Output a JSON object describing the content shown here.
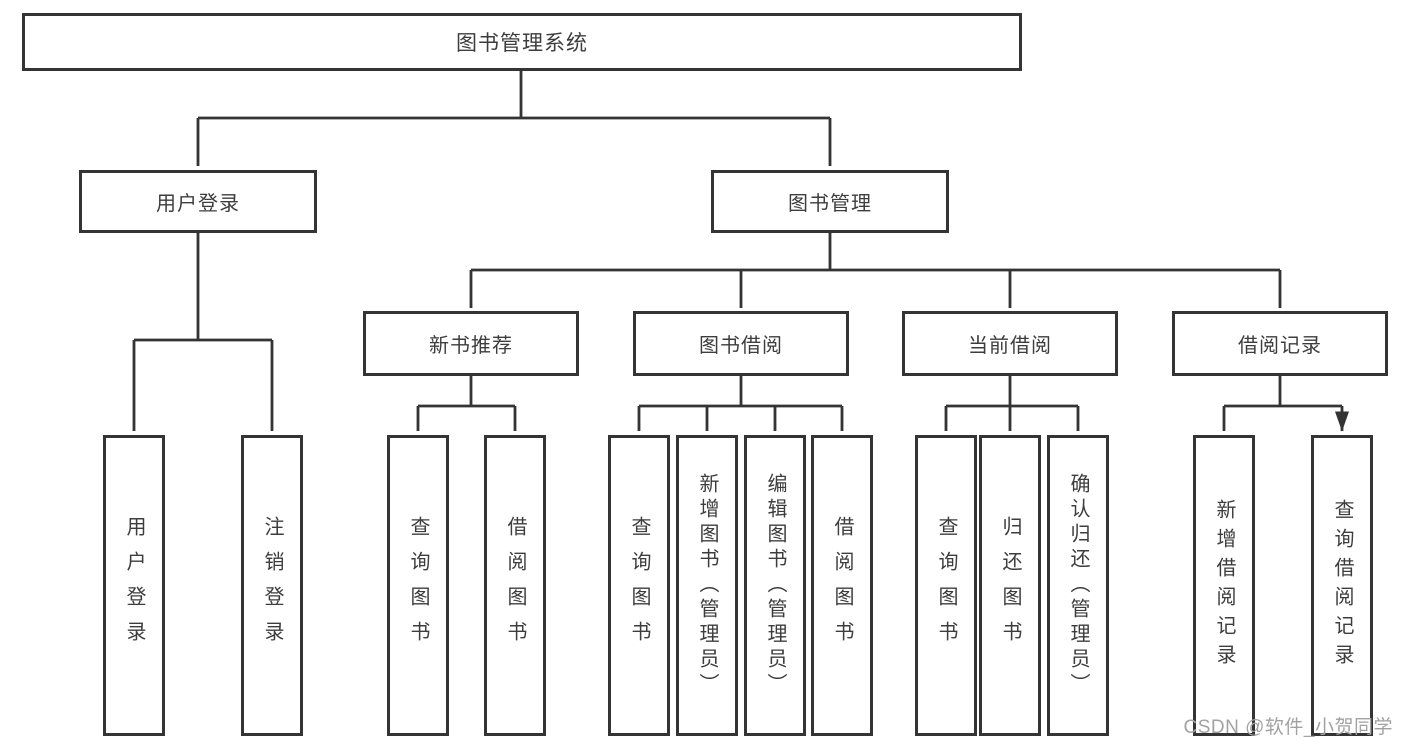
{
  "tree": {
    "root": {
      "label": "图书管理系统"
    },
    "branches": [
      {
        "label": "用户登录",
        "children": [
          {
            "label": "用户登录"
          },
          {
            "label": "注销登录"
          }
        ]
      },
      {
        "label": "图书管理",
        "children": [
          {
            "label": "新书推荐",
            "children": [
              {
                "label": "查询图书"
              },
              {
                "label": "借阅图书"
              }
            ]
          },
          {
            "label": "图书借阅",
            "children": [
              {
                "label": "查询图书"
              },
              {
                "label": "新增图书（管理员）"
              },
              {
                "label": "编辑图书（管理员）"
              },
              {
                "label": "借阅图书"
              }
            ]
          },
          {
            "label": "当前借阅",
            "children": [
              {
                "label": "查询图书"
              },
              {
                "label": "归还图书"
              },
              {
                "label": "确认归还（管理员）"
              }
            ]
          },
          {
            "label": "借阅记录",
            "children": [
              {
                "label": "新增借阅记录"
              },
              {
                "label": "查询借阅记录"
              }
            ]
          }
        ]
      }
    ]
  },
  "watermark": "CSDN @软件_小贺同学",
  "colors": {
    "line": "#343434",
    "text": "#3d3d3d",
    "background": "#ffffff",
    "watermark": "#a2a2a2"
  }
}
